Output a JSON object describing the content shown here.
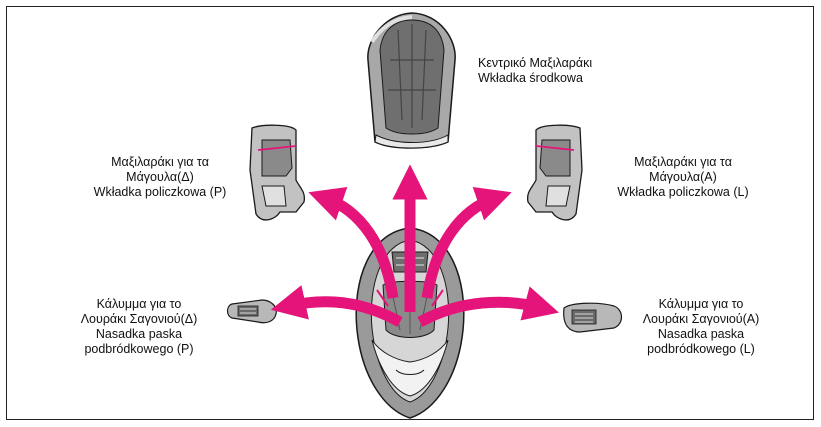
{
  "labels": {
    "center_pad": {
      "line1": "Κεντρικό Μαξιλαράκι",
      "line2": "Wkładka środkowa"
    },
    "cheek_left": {
      "line1": "Μαξιλαράκι για τα",
      "line2": "Μάγουλα(Δ)",
      "line3": "Wkładka policzkowa (P)"
    },
    "cheek_right": {
      "line1": "Μαξιλαράκι για τα",
      "line2": "Μάγουλα(Α)",
      "line3": "Wkładka policzkowa (L)"
    },
    "chin_left": {
      "line1": "Κάλυμμα για το",
      "line2": "Λουράκι Σαγονιού(Δ)",
      "line3": "Nasadka paska",
      "line4": "podbródkowego (P)"
    },
    "chin_right": {
      "line1": "Κάλυμμα για το",
      "line2": "Λουράκι Σαγονιού(Α)",
      "line3": "Nasadka paska",
      "line4": "podbródkowego (L)"
    }
  },
  "colors": {
    "arrow": "#e5147a",
    "pad_dark": "#7d7d7d",
    "pad_mid": "#b3b3b3",
    "pad_light": "#e6e6e6",
    "outline": "#1a1a1a"
  }
}
